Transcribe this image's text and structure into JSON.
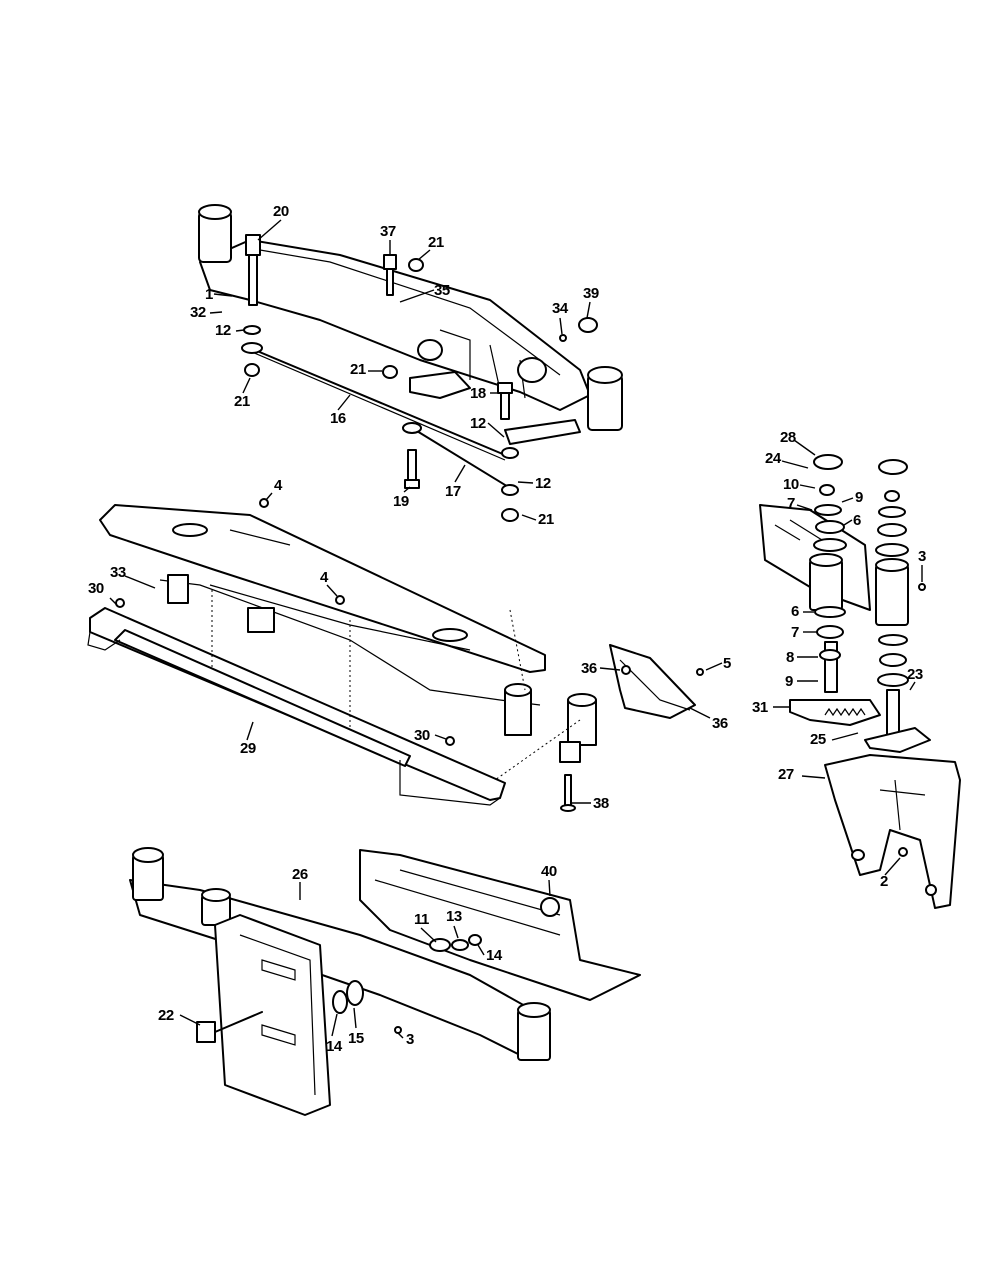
{
  "callouts": [
    {
      "id": "c20",
      "label": "20"
    },
    {
      "id": "c37",
      "label": "37"
    },
    {
      "id": "c21a",
      "label": "21"
    },
    {
      "id": "c1",
      "label": "1"
    },
    {
      "id": "c32",
      "label": "32"
    },
    {
      "id": "c35",
      "label": "35"
    },
    {
      "id": "c34",
      "label": "34"
    },
    {
      "id": "c39",
      "label": "39"
    },
    {
      "id": "c12a",
      "label": "12"
    },
    {
      "id": "c21b",
      "label": "21"
    },
    {
      "id": "c21c",
      "label": "21"
    },
    {
      "id": "c18",
      "label": "18"
    },
    {
      "id": "c16",
      "label": "16"
    },
    {
      "id": "c12b",
      "label": "12"
    },
    {
      "id": "c19",
      "label": "19"
    },
    {
      "id": "c17",
      "label": "17"
    },
    {
      "id": "c12c",
      "label": "12"
    },
    {
      "id": "c21d",
      "label": "21"
    },
    {
      "id": "c4a",
      "label": "4"
    },
    {
      "id": "c33",
      "label": "33"
    },
    {
      "id": "c30a",
      "label": "30"
    },
    {
      "id": "c4b",
      "label": "4"
    },
    {
      "id": "c36a",
      "label": "36"
    },
    {
      "id": "c5",
      "label": "5"
    },
    {
      "id": "c36b",
      "label": "36"
    },
    {
      "id": "c29",
      "label": "29"
    },
    {
      "id": "c30b",
      "label": "30"
    },
    {
      "id": "c38",
      "label": "38"
    },
    {
      "id": "c28",
      "label": "28"
    },
    {
      "id": "c24",
      "label": "24"
    },
    {
      "id": "c10",
      "label": "10"
    },
    {
      "id": "c9a",
      "label": "9"
    },
    {
      "id": "c7a",
      "label": "7"
    },
    {
      "id": "c6a",
      "label": "6"
    },
    {
      "id": "c3a",
      "label": "3"
    },
    {
      "id": "c6b",
      "label": "6"
    },
    {
      "id": "c7b",
      "label": "7"
    },
    {
      "id": "c8",
      "label": "8"
    },
    {
      "id": "c9b",
      "label": "9"
    },
    {
      "id": "c23",
      "label": "23"
    },
    {
      "id": "c31",
      "label": "31"
    },
    {
      "id": "c25",
      "label": "25"
    },
    {
      "id": "c27",
      "label": "27"
    },
    {
      "id": "c2",
      "label": "2"
    },
    {
      "id": "c26",
      "label": "26"
    },
    {
      "id": "c40",
      "label": "40"
    },
    {
      "id": "c11",
      "label": "11"
    },
    {
      "id": "c13",
      "label": "13"
    },
    {
      "id": "c14a",
      "label": "14"
    },
    {
      "id": "c22",
      "label": "22"
    },
    {
      "id": "c14b",
      "label": "14"
    },
    {
      "id": "c15",
      "label": "15"
    },
    {
      "id": "c3b",
      "label": "3"
    }
  ]
}
